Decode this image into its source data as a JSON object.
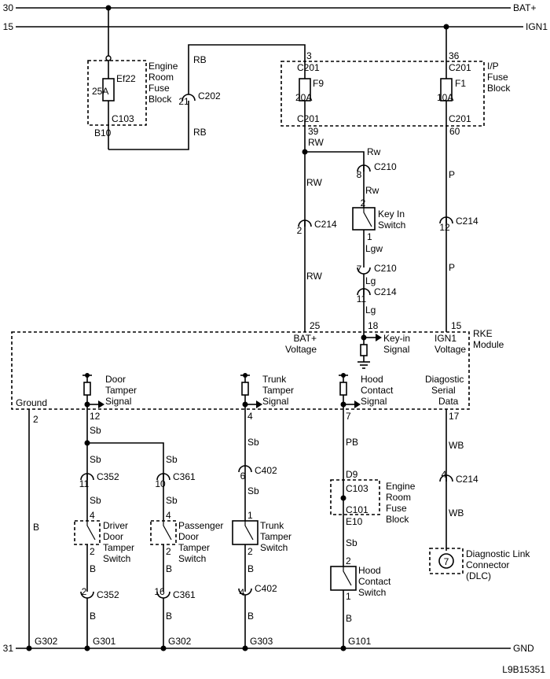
{
  "rails": {
    "top_bat": "30",
    "bat_plus": "BAT+",
    "top_ign": "15",
    "ign1": "IGN1",
    "bottom": "31",
    "gnd": "GND"
  },
  "fuse_ef22": {
    "label": "Ef22",
    "amp": "25A",
    "conn": "C103",
    "pin": "B10"
  },
  "engine_fuse_block_top": [
    "Engine",
    "Room",
    "Fuse",
    "Block"
  ],
  "c202": {
    "pin": "21",
    "name": "C202",
    "wire_upper": "RB",
    "wire_lower": "RB"
  },
  "ip_block": {
    "label": [
      "I/P",
      "Fuse",
      "Block"
    ],
    "f9": {
      "pin_in": "3",
      "conn": "C201",
      "name": "F9",
      "amp": "20A",
      "pin_out": "39"
    },
    "f1": {
      "pin_in": "36",
      "conn": "C201",
      "name": "F1",
      "amp": "10A",
      "pin_out": "60"
    }
  },
  "bat_branch": {
    "wire": "RW",
    "c214_pin": "2",
    "c214": "C214",
    "wire2": "RW",
    "module_pin": "25",
    "sig": [
      "BAT+",
      "Voltage"
    ]
  },
  "keyin_branch": {
    "wire1": "Rw",
    "c210_pin_a": "8",
    "c210": "C210",
    "wire2": "Rw",
    "sw_pin_top": "2",
    "switch": [
      "Key In",
      "Switch"
    ],
    "sw_pin_bot": "1",
    "wire3": "Lgw",
    "c210_pin_b": "7",
    "c210_b": "C210",
    "wire4": "Lg",
    "c214_pin": "11",
    "c214": "C214",
    "wire5": "Lg",
    "module_pin": "18",
    "sig": [
      "Key-in",
      "Signal"
    ]
  },
  "ign_branch": {
    "wire1": "P",
    "c214_pin": "12",
    "c214": "C214",
    "wire2": "P",
    "module_pin": "15",
    "sig": [
      "IGN1",
      "Voltage"
    ]
  },
  "module": {
    "label": [
      "RKE",
      "Module"
    ],
    "ground": "Ground"
  },
  "ground_branch": {
    "pin": "2",
    "wire": "B",
    "ground": "G302"
  },
  "door_branch": {
    "sig": [
      "Door",
      "Tamper",
      "Signal"
    ],
    "pin": "12",
    "wire": "Sb",
    "driver": {
      "wire": "Sb",
      "c_pin": "11",
      "c_name": "C352",
      "wire2": "Sb",
      "sw_top": "4",
      "label": [
        "Driver",
        "Door",
        "Tamper",
        "Switch"
      ],
      "sw_bot": "2",
      "wire3": "B",
      "c2_pin": "2",
      "c2_name": "C352",
      "wire4": "B",
      "ground": "G301"
    },
    "passenger": {
      "wire": "Sb",
      "c_pin": "10",
      "c_name": "C361",
      "wire2": "Sb",
      "sw_top": "4",
      "label": [
        "Passenger",
        "Door",
        "Tamper",
        "Switch"
      ],
      "sw_bot": "2",
      "wire3": "B",
      "c2_pin": "16",
      "c2_name": "C361",
      "wire4": "B",
      "ground": "G302"
    }
  },
  "trunk_branch": {
    "sig": [
      "Trunk",
      "Tamper",
      "Signal"
    ],
    "pin": "4",
    "wire": "Sb",
    "c_pin": "6",
    "c_name": "C402",
    "wire2": "Sb",
    "sw_top": "1",
    "label": [
      "Trunk",
      "Tamper",
      "Switch"
    ],
    "sw_bot": "2",
    "wire3": "B",
    "c2_pin": "4",
    "c2_name": "C402",
    "wire4": "B",
    "ground": "G303"
  },
  "hood_branch": {
    "sig": [
      "Hood",
      "Contact",
      "Signal"
    ],
    "pin": "7",
    "wire": "PB",
    "pin_d9": "D9",
    "c103": "C103",
    "c101": "C101",
    "block": [
      "Engine",
      "Room",
      "Fuse",
      "Block"
    ],
    "pin_e10": "E10",
    "wire2": "Sb",
    "sw_top": "2",
    "label": [
      "Hood",
      "Contact",
      "Switch"
    ],
    "sw_bot": "1",
    "wire3": "B",
    "ground": "G101"
  },
  "diag_branch": {
    "sig": [
      "Diagostic",
      "Serial",
      "Data"
    ],
    "pin": "17",
    "wire": "WB",
    "c_pin": "4",
    "c_name": "C214",
    "wire2": "WB",
    "dlc_pin": "7",
    "label": [
      "Diagnostic Link",
      "Connector",
      "(DLC)"
    ]
  },
  "figure_id": "L9B15351"
}
